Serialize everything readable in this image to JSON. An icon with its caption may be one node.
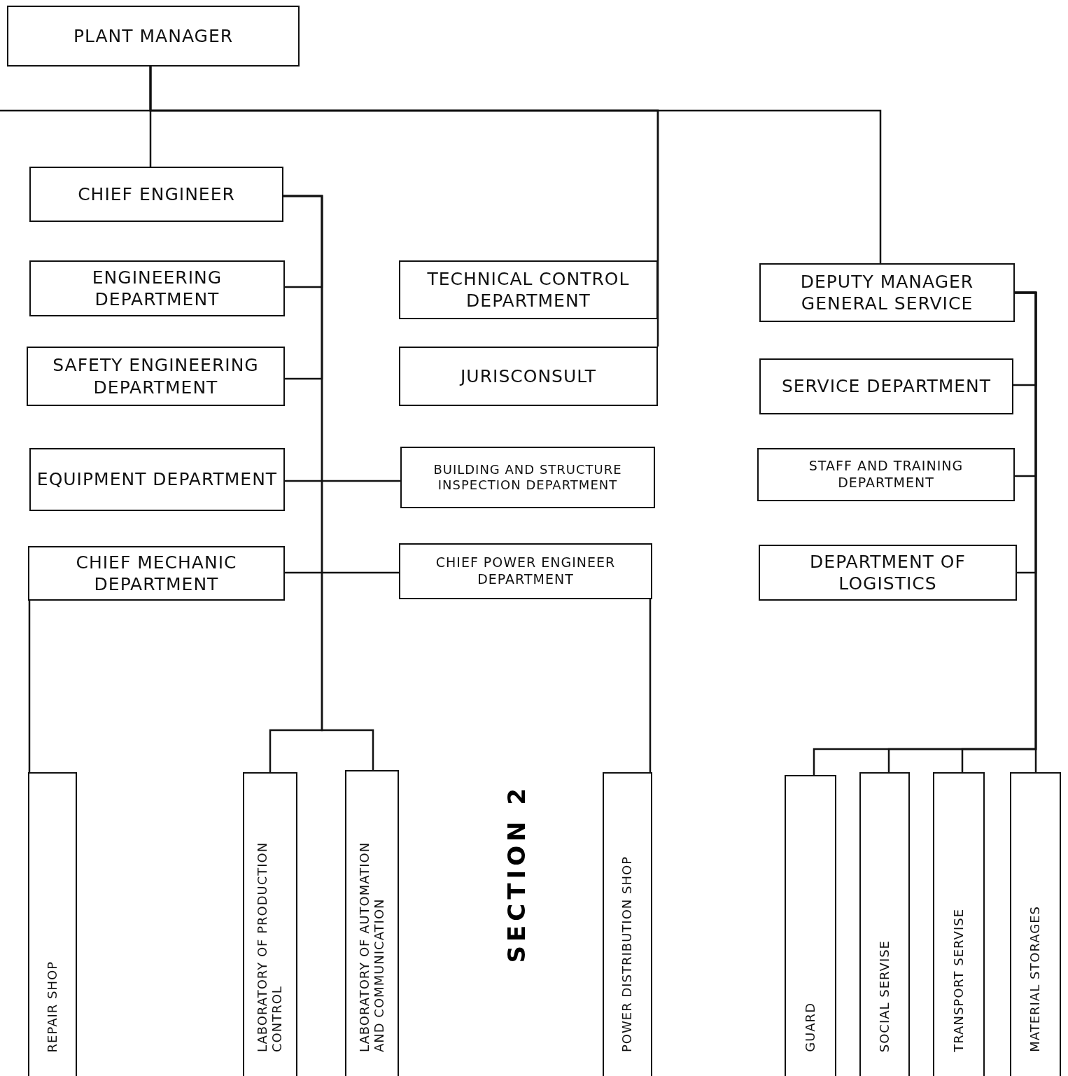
{
  "diagram": {
    "nodes": [
      {
        "text": [
          "PLANT MANAGER"
        ]
      },
      {
        "text": [
          "CHIEF ENGINEER"
        ]
      },
      {
        "text": [
          "ENGINEERING DEPARTMENT"
        ]
      },
      {
        "text": [
          "SAFETY ENGINEERING DEPARTMENT"
        ]
      },
      {
        "text": [
          "EQUIPMENT DEPARTMENT"
        ]
      },
      {
        "text": [
          "CHIEF MECHANIC DEPARTMENT"
        ]
      },
      {
        "text": [
          "TECHNICAL CONTROL DEPARTMENT"
        ]
      },
      {
        "text": [
          "JURISCONSULT"
        ]
      },
      {
        "text": [
          "BUILDING AND STRUCTURE INSPECTION DEPARTMENT"
        ]
      },
      {
        "text": [
          "CHIEF POWER ENGINEER DEPARTMENT"
        ]
      },
      {
        "text": [
          "DEPUTY MANAGER GENERAL SERVICE"
        ]
      },
      {
        "text": [
          "SERVICE DEPARTMENT"
        ]
      },
      {
        "text": [
          "STAFF AND TRAINING DEPARTMENT"
        ]
      },
      {
        "text": [
          "DEPARTMENT OF LOGISTICS"
        ]
      },
      {
        "text": [
          "REPAIR SHOP"
        ]
      },
      {
        "text": [
          "LABORATORY OF PRODUCTION CONTROL"
        ]
      },
      {
        "text": [
          "LABORATORY OF AUTOMATION AND COMMUNICATION"
        ]
      },
      {
        "text": [
          "POWER DISTRIBUTION SHOP"
        ]
      },
      {
        "text": [
          "GUARD"
        ]
      },
      {
        "text": [
          "SOCIAL SERVISE"
        ]
      },
      {
        "text": [
          "TRANSPORT SERVISE"
        ]
      },
      {
        "text": [
          "MATERIAL STORAGES"
        ]
      }
    ],
    "edges": [
      {
        "from": 0,
        "to": null,
        "arrow": "none"
      },
      {
        "from": 0,
        "to": 1,
        "arrow": "none"
      },
      {
        "from": 0,
        "to": 6,
        "arrow": "none"
      },
      {
        "from": 0,
        "to": 7,
        "arrow": "none"
      },
      {
        "from": 0,
        "to": 10,
        "arrow": "none"
      },
      {
        "from": 1,
        "to": 2,
        "arrow": "none"
      },
      {
        "from": 1,
        "to": 3,
        "arrow": "none"
      },
      {
        "from": 1,
        "to": 15,
        "arrow": "none"
      },
      {
        "from": 1,
        "to": 16,
        "arrow": "none"
      },
      {
        "from": 4,
        "to": 8,
        "arrow": "none"
      },
      {
        "from": 5,
        "to": 9,
        "arrow": "none"
      },
      {
        "from": 5,
        "to": 14,
        "arrow": "none"
      },
      {
        "from": 9,
        "to": 17,
        "arrow": "none"
      },
      {
        "from": 10,
        "to": 11,
        "arrow": "none"
      },
      {
        "from": 10,
        "to": 12,
        "arrow": "none"
      },
      {
        "from": 10,
        "to": 13,
        "arrow": "none"
      },
      {
        "from": 10,
        "to": 18,
        "arrow": "none"
      },
      {
        "from": 10,
        "to": 19,
        "arrow": "none"
      },
      {
        "from": 10,
        "to": 20,
        "arrow": "none"
      },
      {
        "from": 10,
        "to": 21,
        "arrow": "none"
      }
    ],
    "labels": [
      "SECTION 2"
    ]
  }
}
